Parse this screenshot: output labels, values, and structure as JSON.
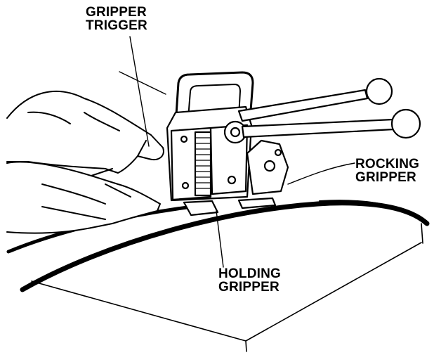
{
  "labels": {
    "gripper_trigger": [
      "GRIPPER",
      "TRIGGER"
    ],
    "rocking_gripper": [
      "ROCKING",
      "GRIPPER"
    ],
    "holding_gripper": [
      "HOLDING",
      "GRIPPER"
    ]
  },
  "colors": {
    "ink": "#000000",
    "paper": "#ffffff"
  }
}
